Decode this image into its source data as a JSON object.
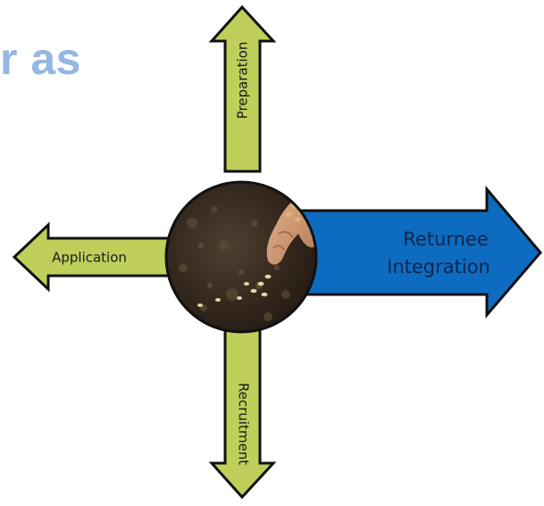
{
  "slide": {
    "title_fragment": "r as"
  },
  "diagram": {
    "arrows": {
      "preparation": {
        "label": "Preparation",
        "color": "#bfcf5a"
      },
      "application": {
        "label": "Application",
        "color": "#bfcf5a"
      },
      "recruitment": {
        "label": "Recruitment",
        "color": "#bfcf5a"
      },
      "returnee": {
        "line1": "Returnee",
        "line2": "Integration",
        "color": "#0d6cc0"
      }
    },
    "center_image": {
      "icon": "soil-with-seeds-image"
    },
    "colors": {
      "outline": "#111111",
      "title": "#94b7e3"
    }
  }
}
